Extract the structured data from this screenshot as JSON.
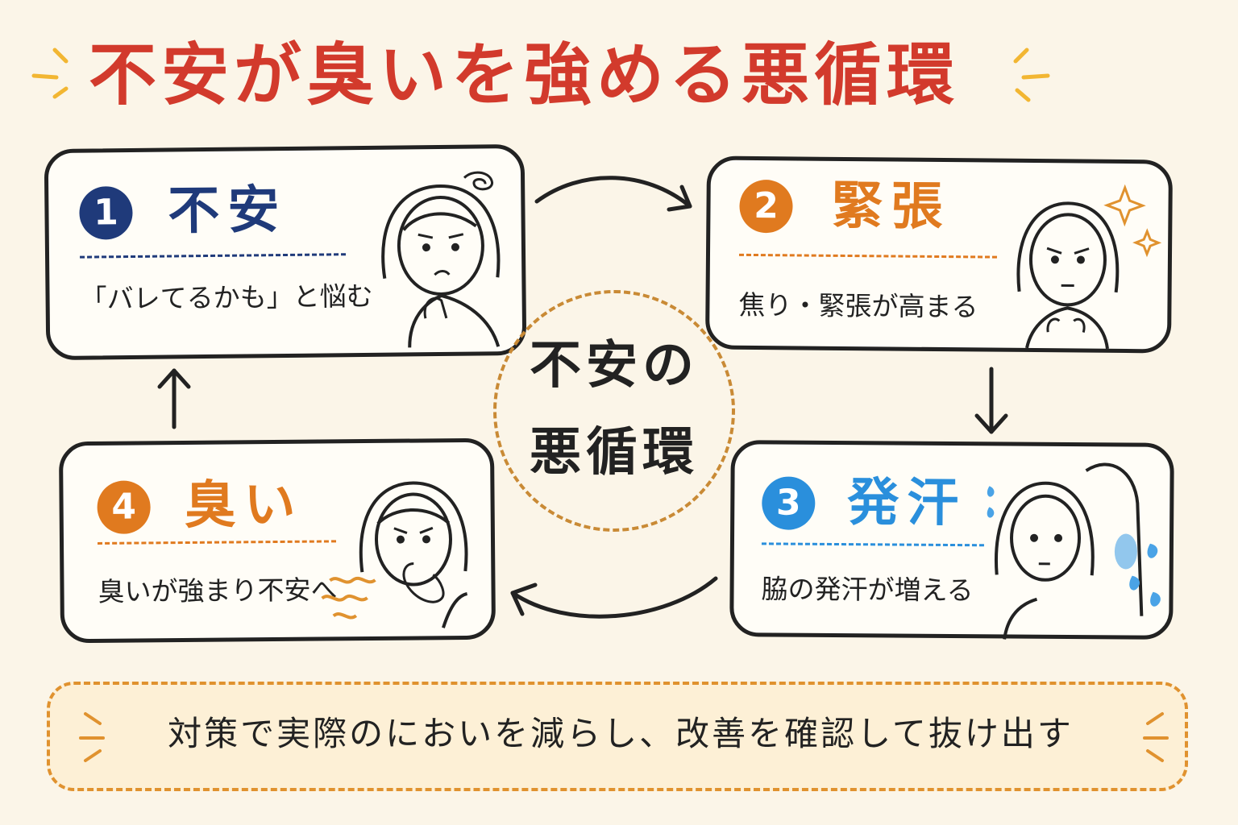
{
  "title": "不安が臭いを強める悪循環",
  "center_label": "不安の悪循環",
  "steps": [
    {
      "number": "1",
      "heading": "不安",
      "description": "「バレてるかも」と悩む",
      "color": "#1f3a7a"
    },
    {
      "number": "2",
      "heading": "緊張",
      "description": "焦り・緊張が高まる",
      "color": "#e07a1f"
    },
    {
      "number": "3",
      "heading": "発汗",
      "description": "脇の発汗が増える",
      "color": "#2a8fdc"
    },
    {
      "number": "4",
      "heading": "臭い",
      "description": "臭いが強まり不安へ",
      "color": "#e07a1f"
    }
  ],
  "footer": "対策で実際のにおいを減らし、改善を確認して抜け出す",
  "colors": {
    "title": "#d23a2c",
    "accent_orange": "#e0922f",
    "accent_yellow": "#f2b632",
    "background": "#fbf5e8"
  }
}
